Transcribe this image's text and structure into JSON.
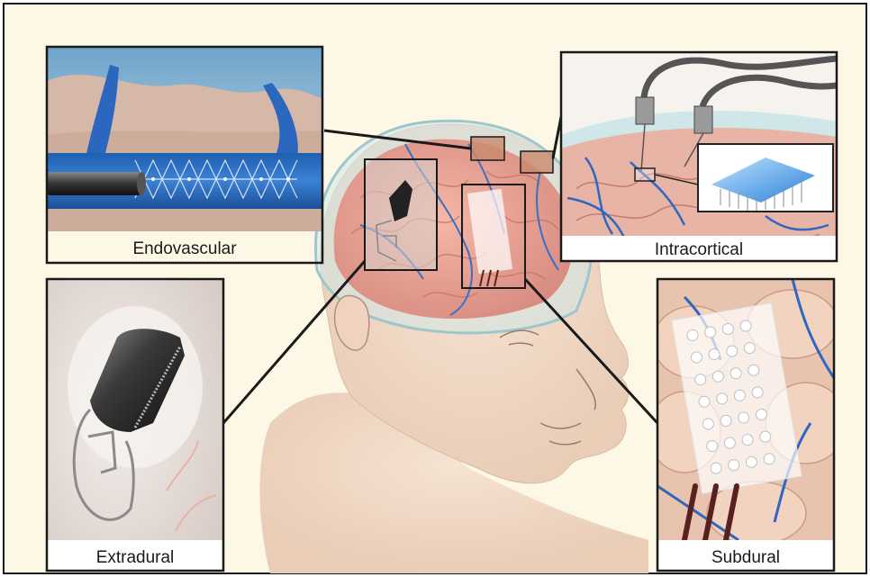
{
  "figure": {
    "background_color": "#fdf8e6",
    "frame_color": "#1a1a1a",
    "panels": {
      "endovascular": {
        "label": "Endovascular"
      },
      "intracortical": {
        "label": "Intracortical"
      },
      "extradural": {
        "label": "Extradural"
      },
      "subdural": {
        "label": "Subdural"
      }
    }
  }
}
